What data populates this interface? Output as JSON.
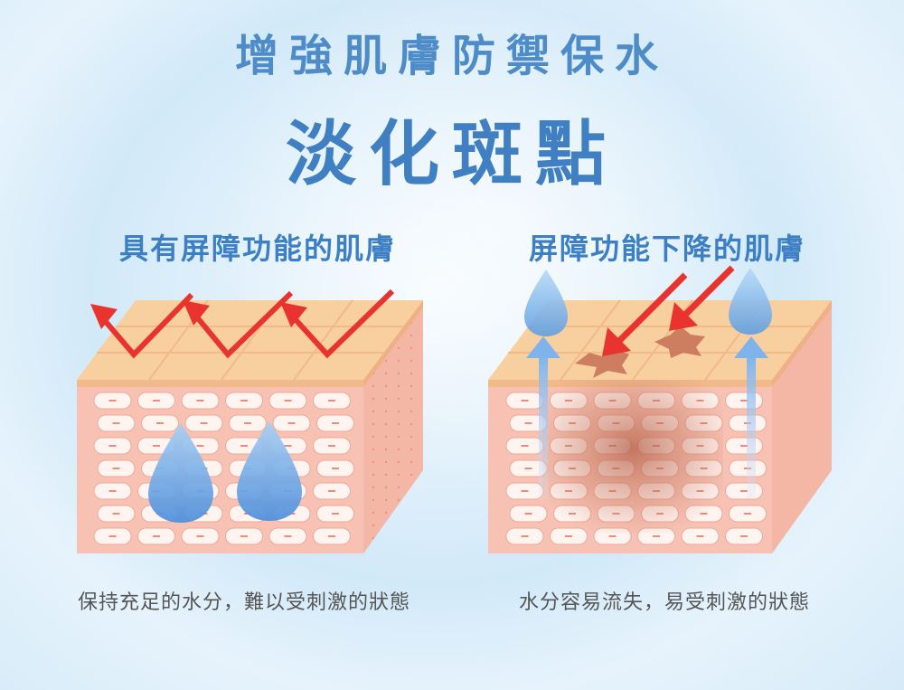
{
  "header": {
    "title_line1": "增強肌膚防禦保水",
    "title_line2": "淡化斑點"
  },
  "left_panel": {
    "title": "具有屏障功能的肌膚",
    "caption": "保持充足的水分，難以受刺激的狀態"
  },
  "right_panel": {
    "title": "屏障功能下降的肌膚",
    "caption": "水分容易流失，易受刺激的狀態"
  },
  "colors": {
    "title_blue": "#4e8cc9",
    "skin_top": "#f8cf9f",
    "skin_front": "#f7c2b4",
    "skin_side": "#f4b7a6",
    "cell": "#fff4f0",
    "arrow_red": "#e8332e",
    "drop_blue": "#5d9fe3",
    "up_arrow_blue": "#8cbcef",
    "spot": "#c56f55"
  }
}
